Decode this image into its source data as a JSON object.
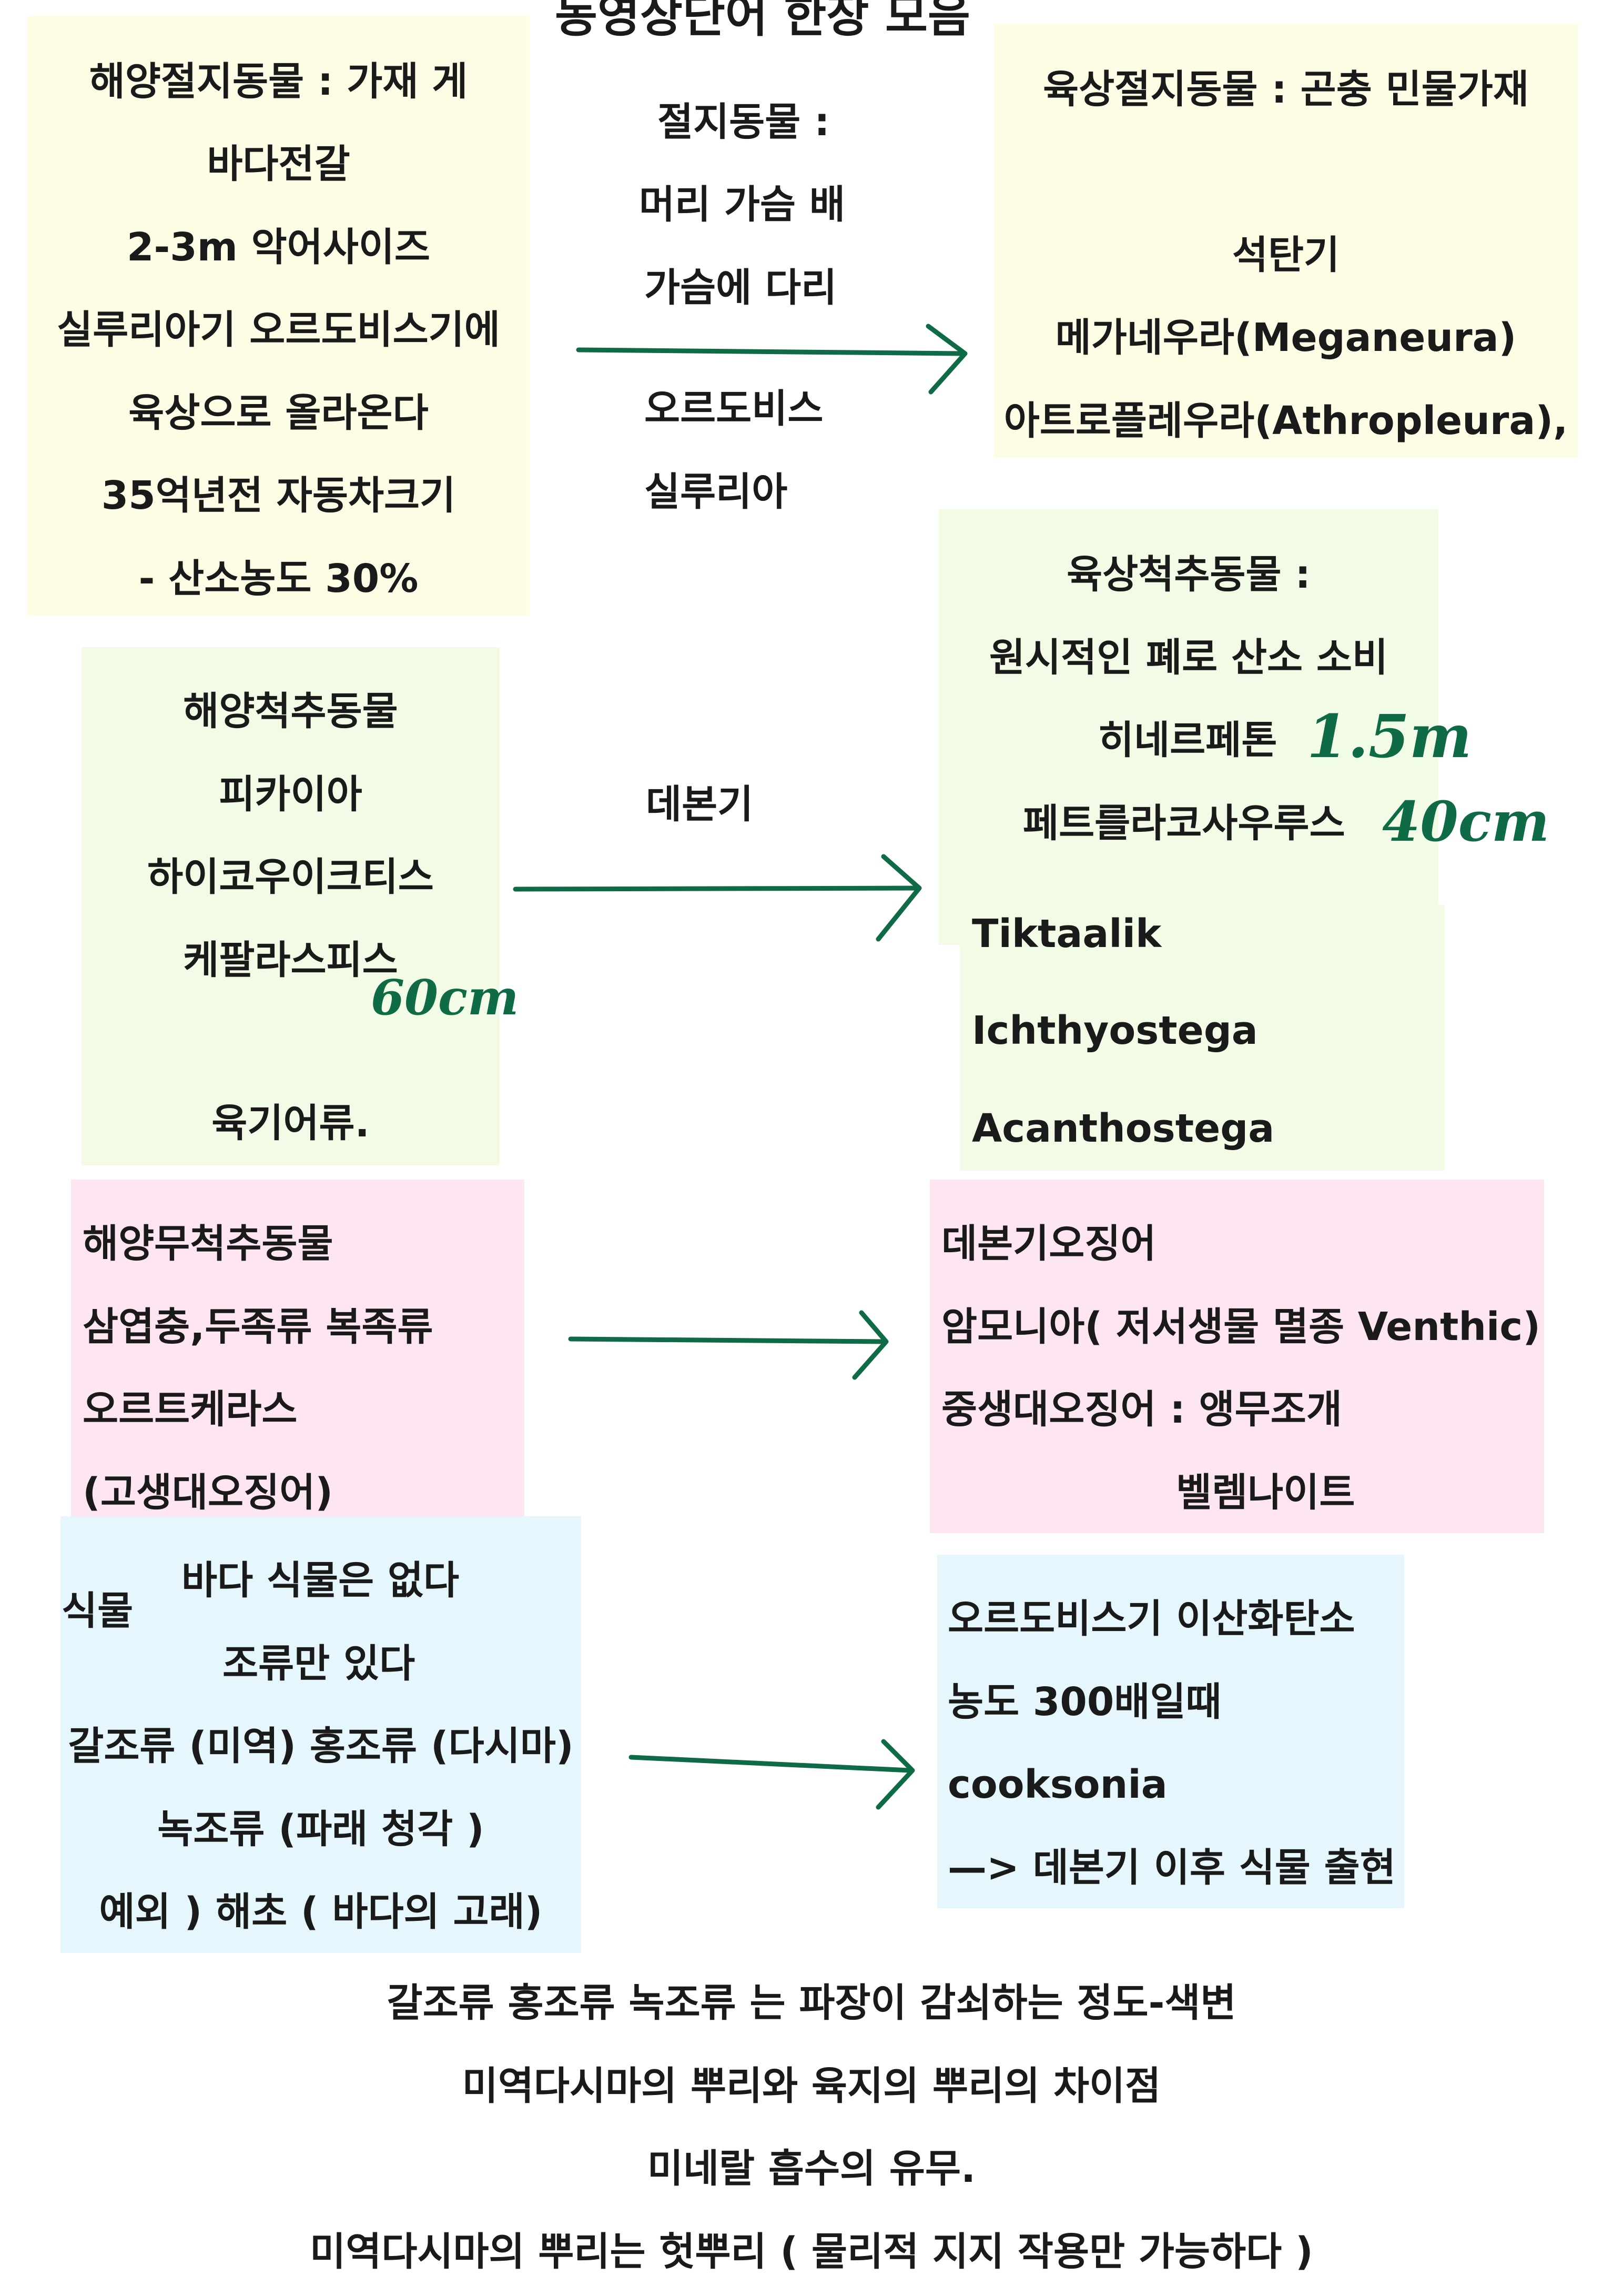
{
  "title": "동영상단어 한장 모음",
  "colors": {
    "yellow": "#fdfde6",
    "green": "#f1fbe5",
    "pink": "#fde6f2",
    "blue": "#e5f7fd",
    "ink": "#0f6b45"
  },
  "marine_arthropods": {
    "lines": [
      "해양절지동물 : 가재 게",
      "바다전갈",
      "2-3m 악어사이즈",
      "실루리아기 오르도비스기에",
      "육상으로 올라온다",
      "35억년전 자동차크기",
      "- 산소농도 30%"
    ]
  },
  "arthropods_middle": {
    "lines": [
      "절지동물 :",
      "머리 가슴 배",
      "가슴에 다리",
      "오르도비스",
      "실루리아"
    ]
  },
  "land_arthropods": {
    "lines": [
      "육상절지동물 : 곤충 민물가재",
      "석탄기",
      "메가네우라(Meganeura)",
      "아트로플레우라(Athropleura),"
    ]
  },
  "marine_vertebrates": {
    "lines": [
      "해양척추동물",
      "피카이아",
      "하이코우이크티스",
      "케팔라스피스",
      "육기어류."
    ],
    "hand_note": "60cm"
  },
  "devonian_label": "데본기",
  "land_vertebrates": {
    "lines": [
      "육상척추동물 :",
      "원시적인 폐로 산소 소비",
      "히네르페톤",
      "페트를라코사우루스",
      "Tiktaalik",
      "Ichthyostega",
      "Acanthostega"
    ],
    "hand_notes": [
      "1.5m",
      "40cm"
    ]
  },
  "marine_invertebrates": {
    "lines": [
      "해양무척추동물",
      "삼엽충,두족류 복족류",
      "오르트케라스",
      "(고생대오징어)"
    ]
  },
  "devonian_squid": {
    "lines": [
      "데본기오징어",
      "암모니아( 저서생물 멸종 Venthic)",
      "중생대오징어 : 앵무조개",
      "벨렘나이트"
    ]
  },
  "plants": {
    "label": "식물",
    "lines": [
      "바다 식물은 없다",
      "조류만 있다",
      "갈조류 (미역) 홍조류 (다시마)",
      "녹조류 (파래 청각 )",
      "예외 ) 해초 ( 바다의 고래)"
    ]
  },
  "ordovician_co2": {
    "lines": [
      "오르도비스기 이산화탄소",
      "농도 300배일때",
      "cooksonia",
      "—> 데본기 이후 식물 출현"
    ]
  },
  "bottom_notes": {
    "lines": [
      "갈조류 홍조류 녹조류 는 파장이 감쇠하는 정도-색변",
      "미역다시마의 뿌리와  육지의 뿌리의 차이점",
      "미네랄 흡수의 유무.",
      "미역다시마의 뿌리는 헛뿌리 ( 물리적 지지 작용만 가능하다 )"
    ]
  }
}
